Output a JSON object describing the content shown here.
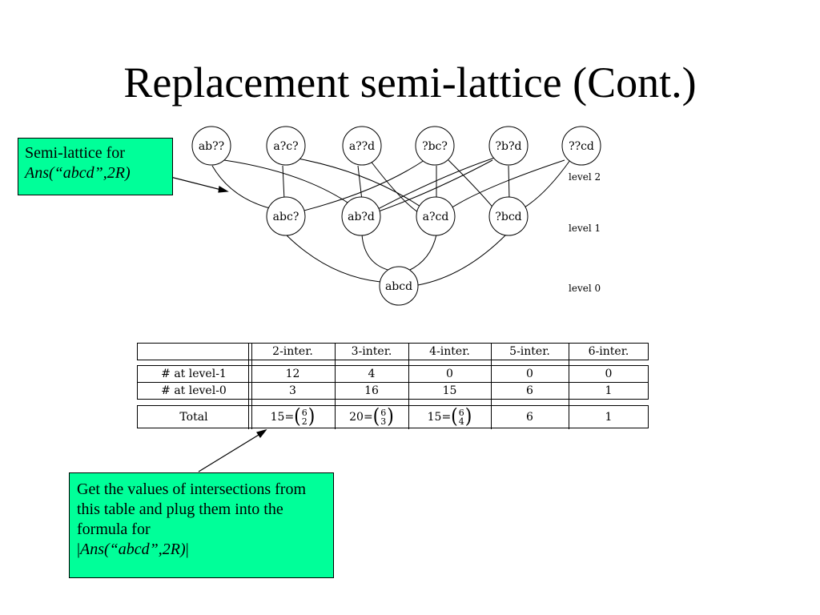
{
  "title": "Replacement semi-lattice (Cont.)",
  "lattice": {
    "level2_nodes": [
      "ab??",
      "a?c?",
      "a??d",
      "?bc?",
      "?b?d",
      "??cd"
    ],
    "level1_nodes": [
      "abc?",
      "ab?d",
      "a?cd",
      "?bcd"
    ],
    "level0_nodes": [
      "abcd"
    ],
    "level_labels": [
      "level 2",
      "level 1",
      "level 0"
    ]
  },
  "callout_top": {
    "line1": "Semi-lattice for",
    "line2": "Ans(“abcd”,2R)"
  },
  "table": {
    "header": [
      "",
      "2-inter.",
      "3-inter.",
      "4-inter.",
      "5-inter.",
      "6-inter."
    ],
    "row_level1": [
      "# at level-1",
      "12",
      "4",
      "0",
      "0",
      "0"
    ],
    "row_level0": [
      "# at level-0",
      "3",
      "16",
      "15",
      "6",
      "1"
    ],
    "total_label": "Total",
    "totals": [
      {
        "prefix": "15=",
        "n": "6",
        "k": "2"
      },
      {
        "prefix": "20=",
        "n": "6",
        "k": "3"
      },
      {
        "prefix": "15=",
        "n": "6",
        "k": "4"
      }
    ],
    "total_plain": [
      "6",
      "1"
    ]
  },
  "callout_bottom": {
    "text": "Get the values of intersections from this table and plug them into the formula for",
    "bar_left": "|",
    "formula": "Ans(“abcd”,2R)",
    "bar_right": "|"
  },
  "colors": {
    "callout_bg": "#00ff99"
  }
}
